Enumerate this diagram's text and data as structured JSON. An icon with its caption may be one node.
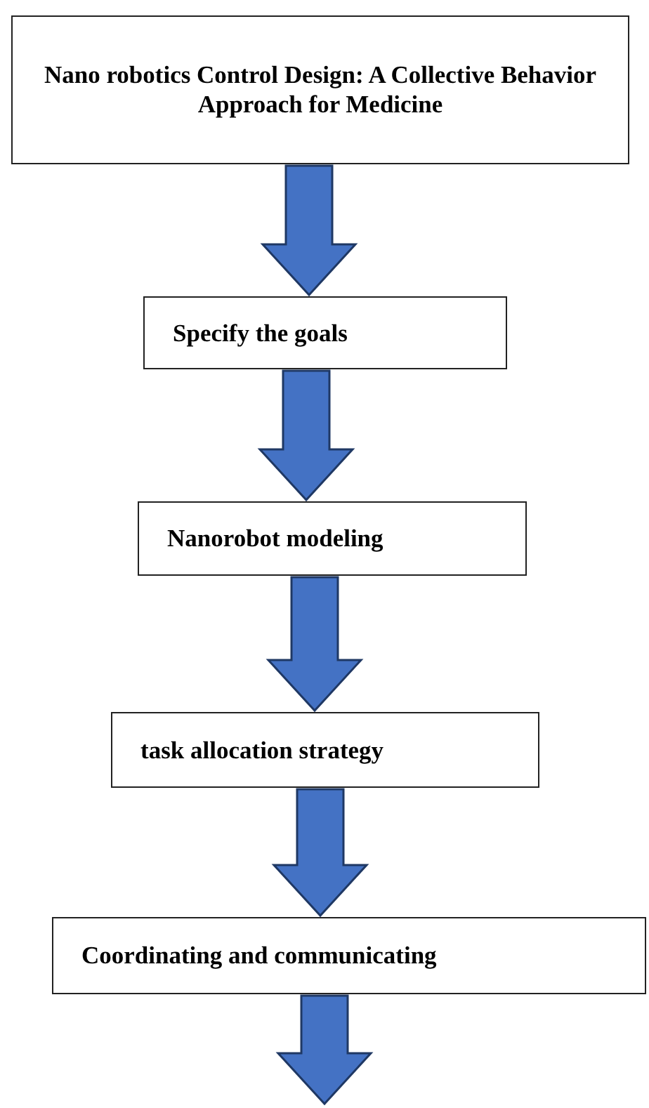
{
  "diagram": {
    "nodes": [
      {
        "text": [
          "Nano robotics Control Design: A Collective Behavior Approach for Medicine"
        ]
      },
      {
        "text": [
          "Specify the goals"
        ]
      },
      {
        "text": [
          "Nanorobot modeling"
        ]
      },
      {
        "text": [
          "task allocation strategy"
        ]
      },
      {
        "text": [
          "Coordinating and communicating"
        ]
      }
    ],
    "edges": [
      {
        "from": 0,
        "to": 1,
        "arrow": "to"
      },
      {
        "from": 1,
        "to": 2,
        "arrow": "to"
      },
      {
        "from": 2,
        "to": 3,
        "arrow": "to"
      },
      {
        "from": 3,
        "to": 4,
        "arrow": "to"
      },
      {
        "from": 4,
        "to": null,
        "arrow": "to"
      }
    ]
  }
}
